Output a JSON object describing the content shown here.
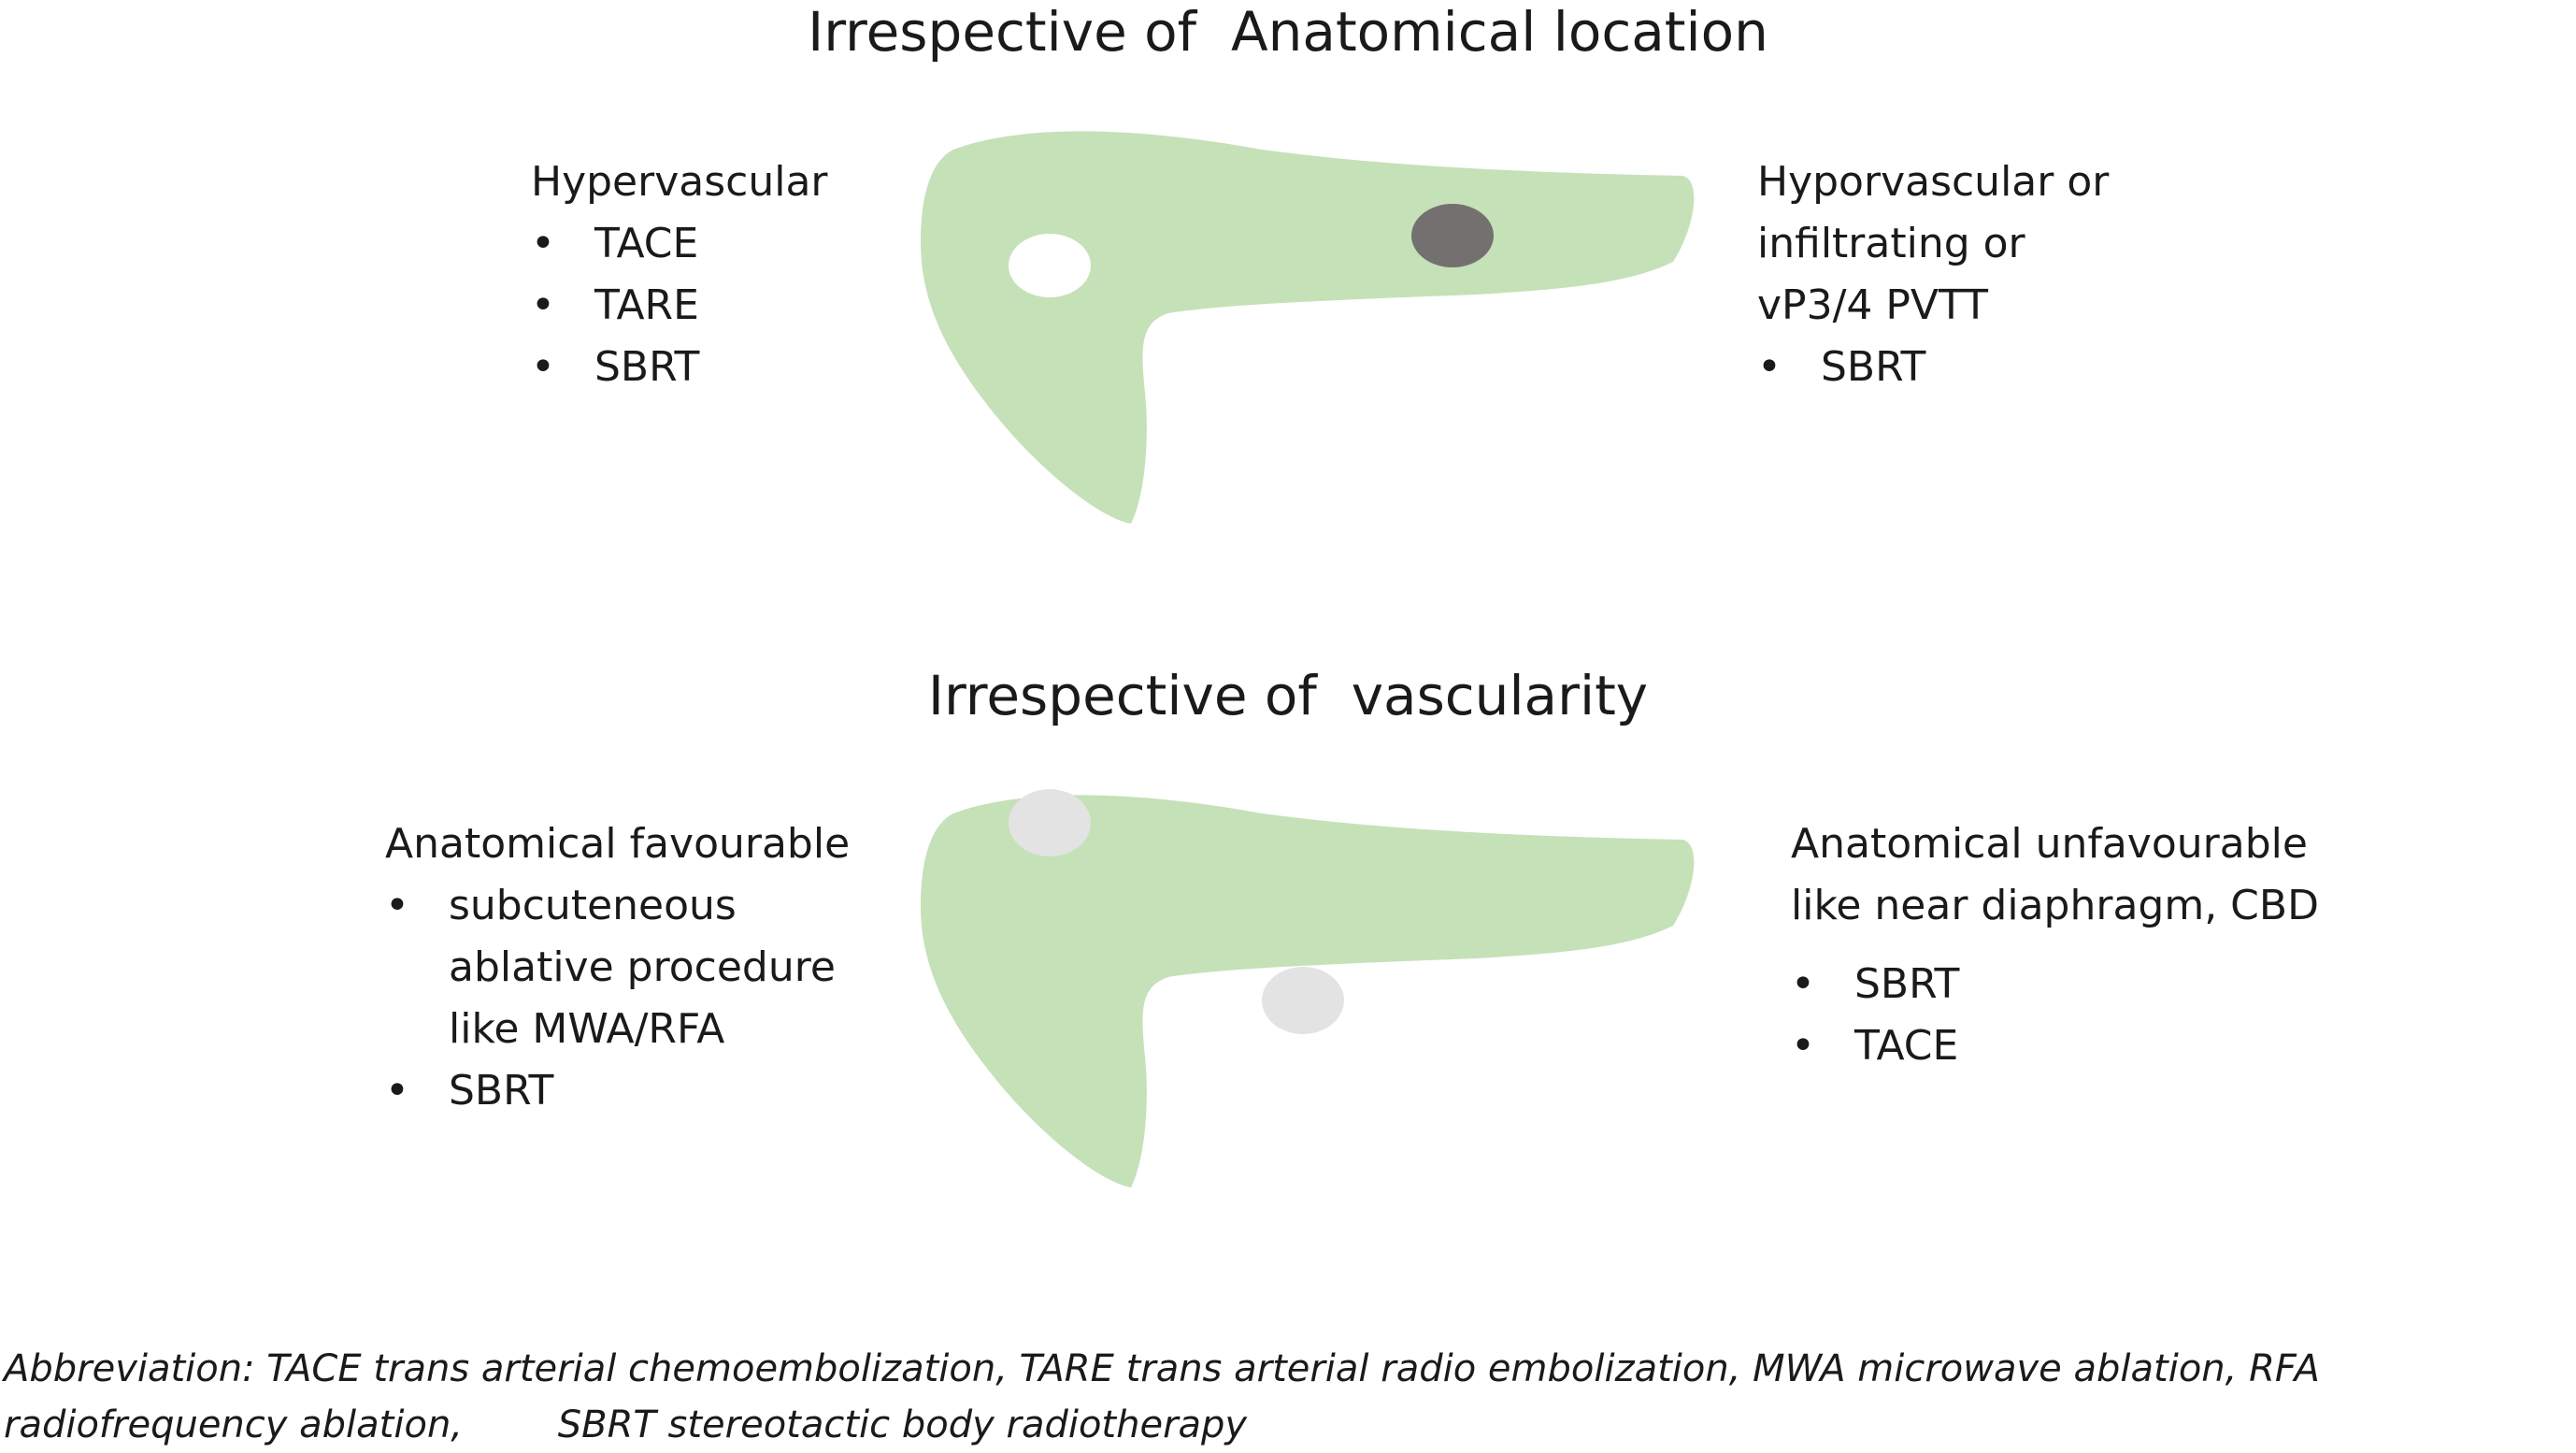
{
  "top": {
    "title": "Irrespective of  Anatomical location",
    "left": {
      "heading": "Hypervascular",
      "items": [
        "TACE",
        "TARE",
        "SBRT"
      ]
    },
    "right": {
      "heading_lines": [
        "Hyporvascular or",
        "infiltrating or",
        "vP3/4 PVTT"
      ],
      "items": [
        "SBRT"
      ]
    },
    "lesions": [
      {
        "name": "hypervascular-lesion",
        "color": "#ffffff"
      },
      {
        "name": "hypovascular-lesion",
        "color": "#757070"
      }
    ]
  },
  "bottom": {
    "title": "Irrespective of  vascularity",
    "left": {
      "heading": "Anatomical favourable",
      "items": [
        "subcuteneous\nablative procedure\nlike MWA/RFA",
        "SBRT"
      ]
    },
    "right": {
      "heading_lines": [
        "Anatomical unfavourable",
        "like near diaphragm, CBD"
      ],
      "items": [
        "SBRT",
        "TACE"
      ]
    },
    "lesions": [
      {
        "name": "lesion-near-diaphragm",
        "color": "#e3e3e3"
      },
      {
        "name": "lesion-central",
        "color": "#e3e3e3"
      }
    ]
  },
  "colors": {
    "liver": "#c5e1b8"
  },
  "abbreviation": "Abbreviation: TACE trans arterial chemoembolization, TARE trans arterial radio embolization, MWA microwave ablation, RFA radiofrequency ablation,        SBRT stereotactic body radiotherapy"
}
